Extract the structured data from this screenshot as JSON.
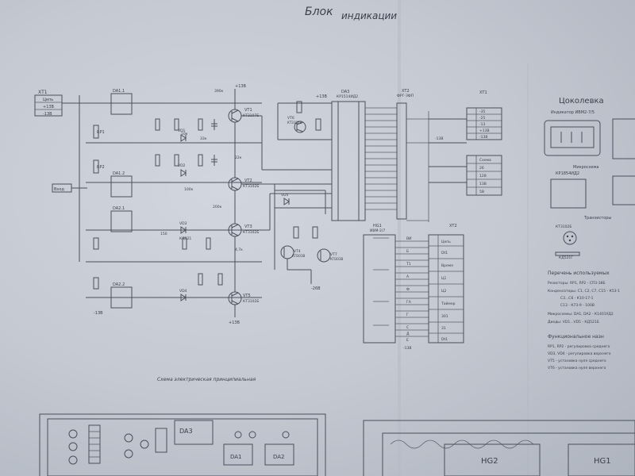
{
  "header": {
    "title": "Блок индикации",
    "title_left": "Блок",
    "title_right": "индикации"
  },
  "schematic": {
    "caption": "Схема электрическая принципиальная",
    "supply_pos": "+13В",
    "supply_neg": "-13В",
    "supply_minus_26": "-26В",
    "connector_xt1": "ХТ1",
    "connector_xt1_pins": [
      "Цепь",
      "+13В",
      "-13В"
    ],
    "input_label": "Вход",
    "opamps": [
      "DA1.1",
      "DA1.2",
      "DA2.1",
      "DA2.2"
    ],
    "trimmers": [
      "RP1",
      "RP2"
    ],
    "transistors": [
      {
        "ref": "VT1",
        "type": "КТ3107Б"
      },
      {
        "ref": "VT2",
        "type": "КТ3102Б"
      },
      {
        "ref": "VT3",
        "type": "КТ3102Б"
      },
      {
        "ref": "VT4",
        "type": "КП303В"
      },
      {
        "ref": "VT5",
        "type": "КТ3102Б"
      },
      {
        "ref": "VT6",
        "type": "КТ3102Б"
      },
      {
        "ref": "VT7",
        "type": "КП303В"
      }
    ],
    "diodes": [
      "VD1",
      "VD2",
      "VD3",
      "VD4",
      "VD5"
    ],
    "diode_type": "КД521",
    "resistor_values": [
      "390к",
      "10к",
      "4,7к",
      "150",
      "33к",
      "22к",
      "100к",
      "200к"
    ],
    "decoder": {
      "ref": "DA3",
      "type": "КР1514ИД2"
    },
    "connector_xt2_top": {
      "ref": "ХТ2",
      "type": "ФРГ-ЗФП"
    },
    "connector_xt1_top": {
      "ref": "ХТ1"
    },
    "indicator": {
      "ref": "HG1",
      "type": "ИВМ-2/7"
    },
    "connector_xt3": {
      "ref": "ХТ2"
    },
    "xt3_rows": [
      "Цепь",
      "Dt1",
      "Время",
      "Ц1",
      "Ц2",
      "Таймер",
      "301",
      "31",
      "Dt1"
    ],
    "xt3_codes": [
      "ВИ",
      "Б",
      "Т1",
      "А",
      "Ф",
      "ГА",
      "Г",
      "С",
      "Д",
      "Е"
    ],
    "xt1_right_rows": [
      "-35",
      "-25",
      "-13",
      "+13В",
      "-13В"
    ],
    "xt2_right_rows": [
      "Схема",
      "26",
      "12В",
      "13В",
      "5В"
    ]
  },
  "notes": {
    "pinout_title": "Цоколевка",
    "indicator_label": "Индикатор ИВМ2-7/5",
    "microcircuit_label": "Микросхема",
    "chip_label": "КР1854ИД2",
    "transistors_title": "Транзисторы",
    "tr_type": "КТ3102Б",
    "diode_type": "КД521Г",
    "parts_title": "Перечень используемых",
    "parts": [
      "Резисторы: RP1, RP2 - СП3-38Б",
      "Конденсаторы: C1, C2, C7, C15 - К53-1",
      "C3...C6 - К10-17-1",
      "C13 - К73-9 - 100В",
      "Микросхемы: DA1, DA2 - К1401УД2",
      "Диоды: VD1...VD5 - КД521Б"
    ],
    "function_title": "Функциональное назн",
    "functions": [
      "RP1, RP2 - регулировка среднего",
      "VD3, VD4 - регулировка верхнего",
      "VT5 - установка нуля среднего",
      "VT6 - установка нуля верхнего"
    ]
  },
  "pcb": {
    "labels": [
      "DA3",
      "DA1",
      "DA2",
      "HG2",
      "HG1"
    ]
  }
}
